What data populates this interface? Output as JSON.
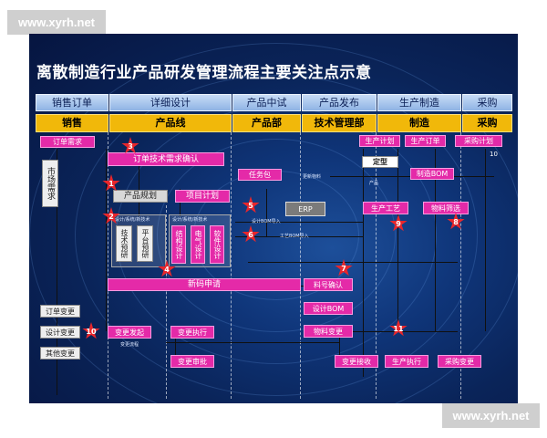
{
  "watermark": {
    "top": "www.xyrh.net",
    "bottom": "www.xyrh.net"
  },
  "title": "离散制造行业产品研发管理流程主要关注点示意",
  "phases": [
    "销售订单",
    "详细设计",
    "产品中试",
    "产品发布",
    "生产制造",
    "采购"
  ],
  "departments": [
    "销售",
    "产品线",
    "产品部",
    "技术管理部",
    "制造",
    "采购"
  ],
  "boxes": {
    "order_demand": "订单需求",
    "market_demand": "市场需求",
    "order_req_confirm": "订单技术需求确认",
    "product_plan": "产品规划",
    "project_plan": "项目计划",
    "sales_tech_label": "设计/系统/新技术",
    "tech_research": "技术预研",
    "platform_research": "平台预研",
    "design_tech_label": "设计/系统/新技术",
    "struct_design": "结构设计",
    "elec_design": "电气设计",
    "soft_design": "软件设计",
    "task_pack": "任务包",
    "erp": "ERP",
    "new_code": "新码申请",
    "prod_plan": "生产计划",
    "prod_order": "生产订单",
    "purchase_plan": "采购计划",
    "finalize": "定型",
    "mfg_bom": "制造BOM",
    "process": "生产工艺",
    "material_select": "物料筛选",
    "material_confirm": "料号确认",
    "design_bom": "设计BOM",
    "material_change": "物料变更",
    "order_change": "订单变更",
    "design_change": "设计变更",
    "other_change": "其他变更",
    "change_initiate": "变更发起",
    "change_execute": "变更执行",
    "change_review": "变更审批",
    "change_receive": "变更接收",
    "prod_execute": "生产执行",
    "purchase_change": "采购变更"
  },
  "small_labels": {
    "pack_note": "更新物料",
    "erp_note1": "设计BOM导入",
    "erp_note2": "工艺BOM导入",
    "prod_note": "产品",
    "change_note": "变更流程"
  },
  "stars": [
    "1",
    "2",
    "3",
    "4",
    "5",
    "6",
    "7",
    "8",
    "9",
    "10",
    "11"
  ],
  "page_number": "10"
}
